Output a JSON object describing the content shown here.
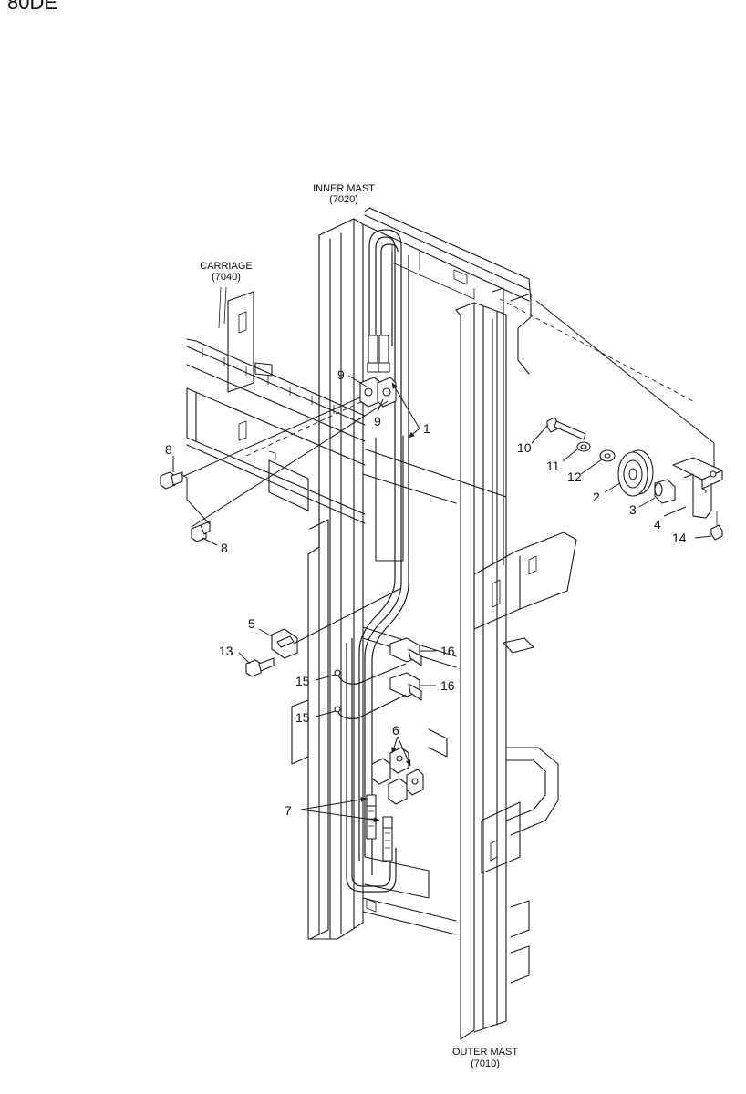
{
  "page": {
    "model_title": "80DE"
  },
  "labels": {
    "inner_mast": {
      "name": "INNER MAST",
      "code": "(7020)"
    },
    "carriage": {
      "name": "CARRIAGE",
      "code": "(7040)"
    },
    "outer_mast": {
      "name": "OUTER MAST",
      "code": "(7010)"
    }
  },
  "callouts": {
    "c1": "1",
    "c2": "2",
    "c3": "3",
    "c4": "4",
    "c5": "5",
    "c6": "6",
    "c7": "7",
    "c8a": "8",
    "c8b": "8",
    "c9a": "9",
    "c9b": "9",
    "c10": "10",
    "c11": "11",
    "c12": "12",
    "c13": "13",
    "c14": "14",
    "c15a": "15",
    "c15b": "15",
    "c16a": "16",
    "c16b": "16"
  }
}
